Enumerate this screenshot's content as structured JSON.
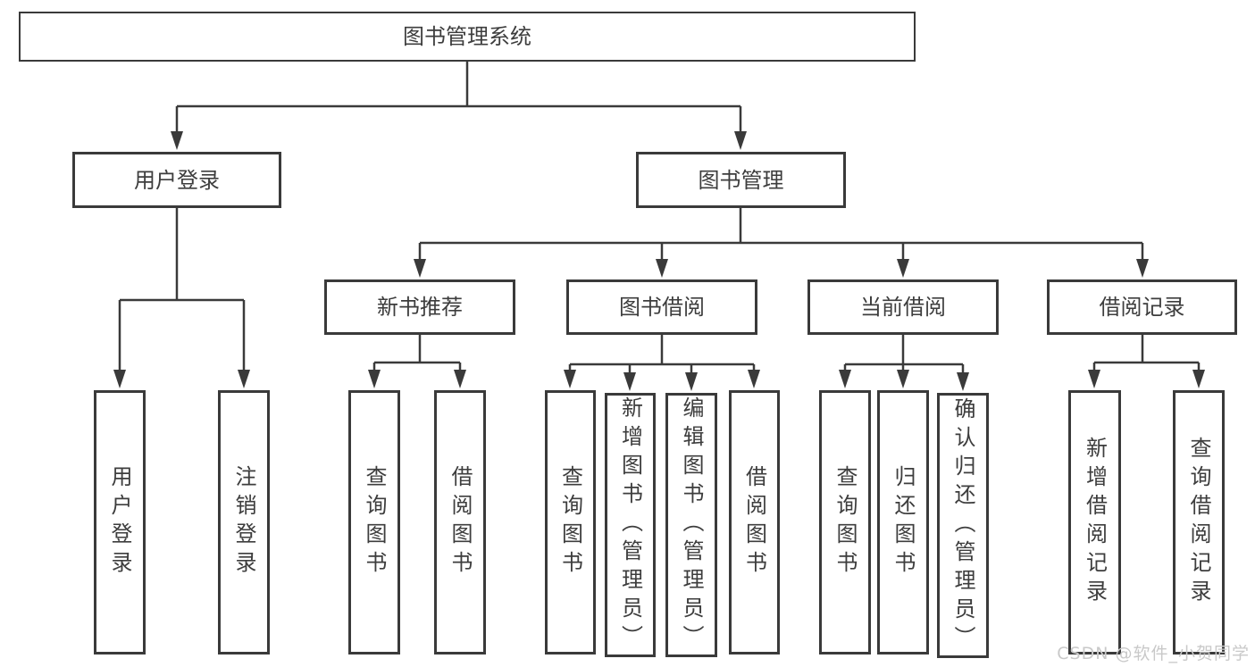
{
  "diagram": {
    "type": "hierarchy-tree",
    "root": {
      "label": "图书管理系统",
      "children": [
        {
          "label": "用户登录",
          "children": [
            {
              "label": "用户登录"
            },
            {
              "label": "注销登录"
            }
          ]
        },
        {
          "label": "图书管理",
          "children": [
            {
              "label": "新书推荐",
              "children": [
                {
                  "label": "查询图书"
                },
                {
                  "label": "借阅图书"
                }
              ]
            },
            {
              "label": "图书借阅",
              "children": [
                {
                  "label": "查询图书"
                },
                {
                  "label": "新增图书（管理员）"
                },
                {
                  "label": "编辑图书（管理员）"
                },
                {
                  "label": "借阅图书"
                }
              ]
            },
            {
              "label": "当前借阅",
              "children": [
                {
                  "label": "查询图书"
                },
                {
                  "label": "归还图书"
                },
                {
                  "label": "确认归还（管理员）"
                }
              ]
            },
            {
              "label": "借阅记录",
              "children": [
                {
                  "label": "新增借阅记录"
                },
                {
                  "label": "查询借阅记录"
                }
              ]
            }
          ]
        }
      ]
    }
  },
  "watermark": {
    "text": "CSDN @软件_小贺同学"
  },
  "colors": {
    "line": "#3a3a3a",
    "text": "#3d3d3d",
    "box_background": "#ffffff",
    "page_background": "#ffffff",
    "watermark": "#c9c9c9"
  }
}
